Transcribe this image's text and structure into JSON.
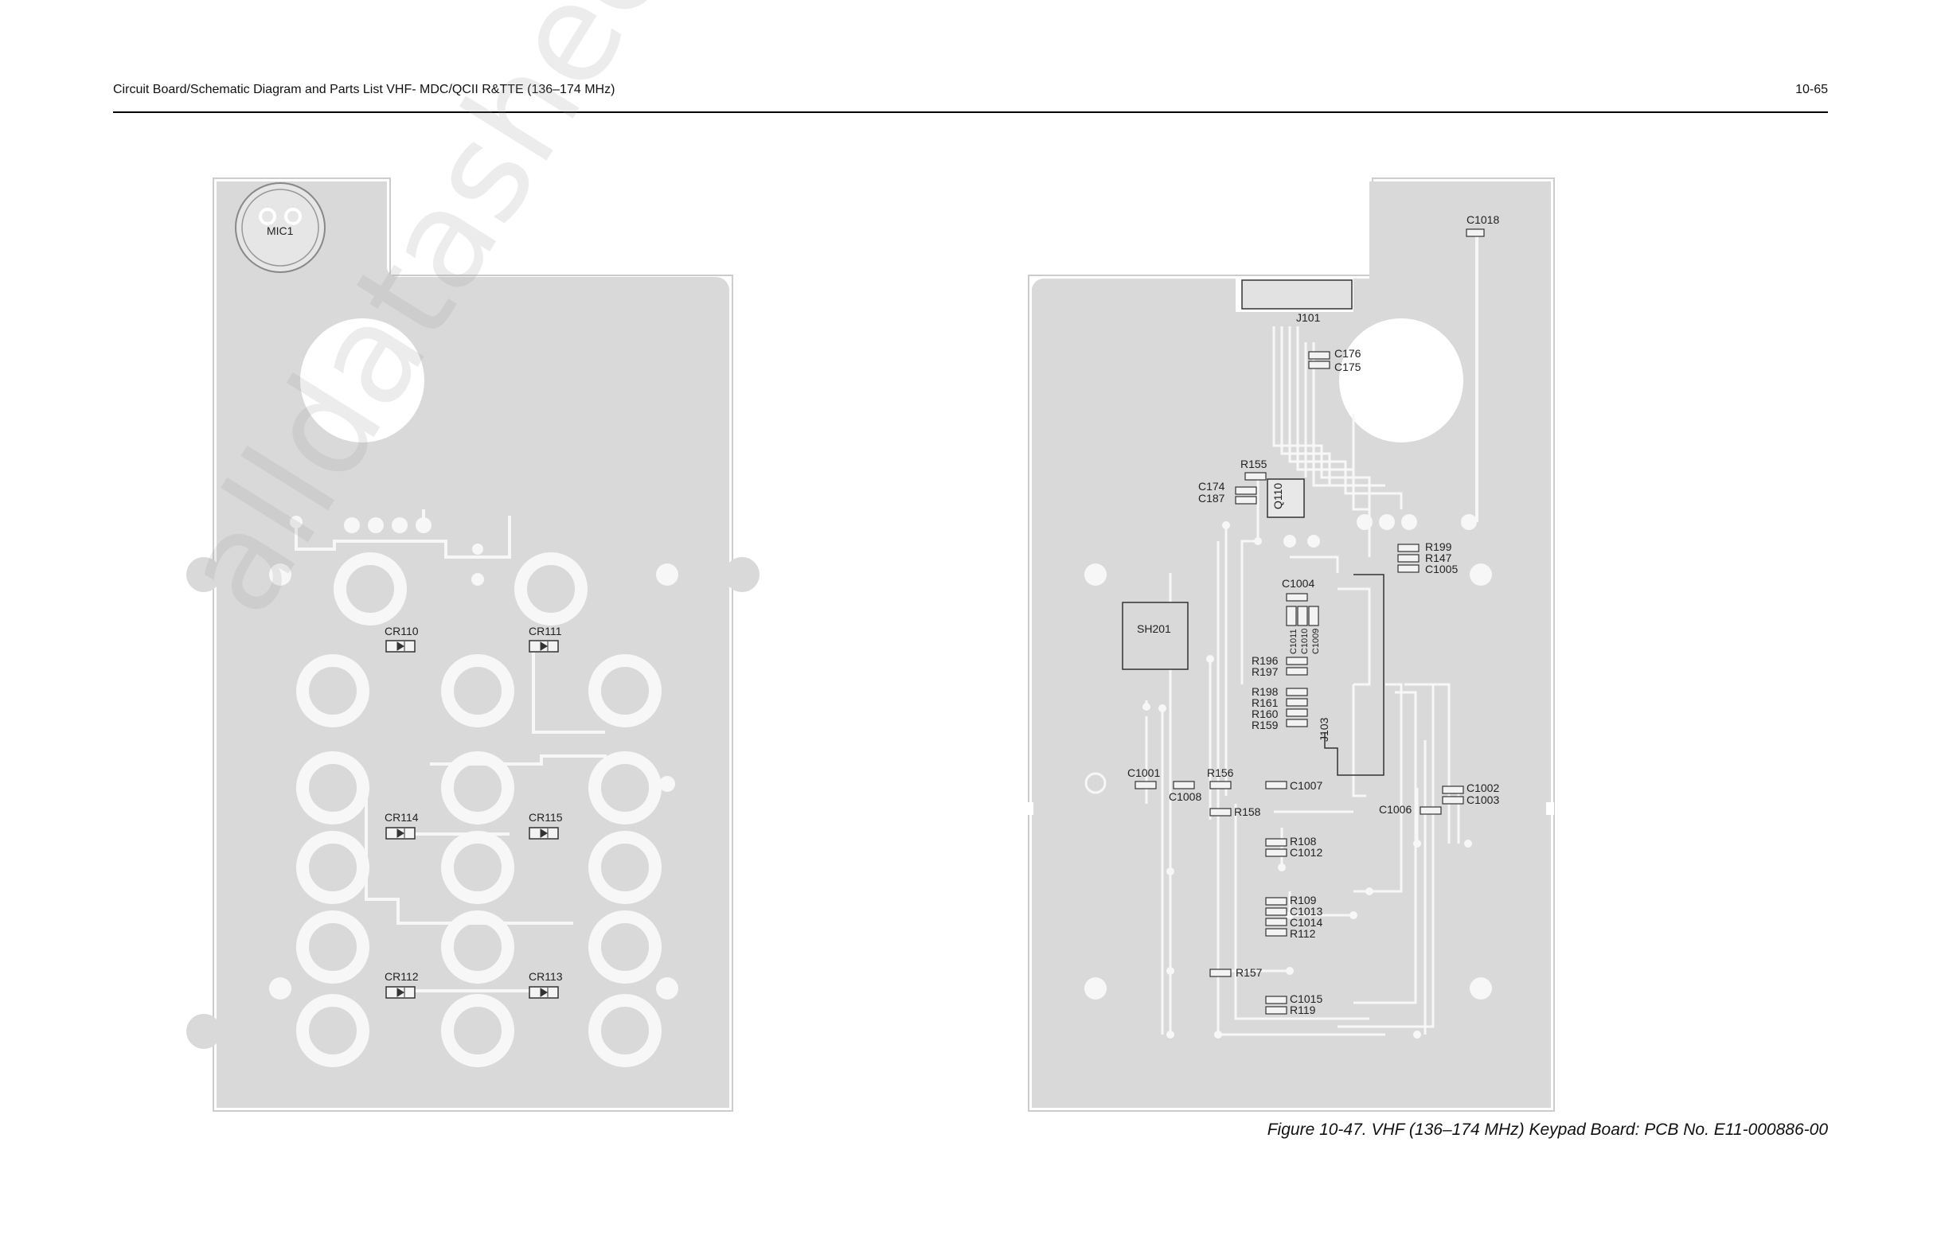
{
  "header": {
    "title": "Circuit Board/Schematic Diagram and Parts List VHF- MDC/QCII R&TTE (136–174 MHz)",
    "page_number": "10-65"
  },
  "caption": "Figure 10-47. VHF (136–174 MHz) Keypad Board: PCB No. E11-000886-00",
  "watermark": "alldatasheets.com",
  "left_board": {
    "labels": {
      "mic": "MIC1",
      "cr110": "CR110",
      "cr111": "CR111",
      "cr114": "CR114",
      "cr115": "CR115",
      "cr112": "CR112",
      "cr113": "CR113"
    }
  },
  "right_board": {
    "labels": {
      "c1018": "C1018",
      "j101": "J101",
      "c176": "C176",
      "c175": "C175",
      "r155": "R155",
      "c174": "C174",
      "c187": "C187",
      "q110": "Q110",
      "r199": "R199",
      "r147": "R147",
      "c1005": "C1005",
      "c1004": "C1004",
      "sh201": "SH201",
      "c1011": "C1011",
      "c1010": "C1010",
      "c1009": "C1009",
      "r196": "R196",
      "r197": "R197",
      "r198": "R198",
      "r161": "R161",
      "r160": "R160",
      "r159": "R159",
      "j103": "J103",
      "c1001": "C1001",
      "r156": "R156",
      "c1008": "C1008",
      "c1007": "C1007",
      "c1002": "C1002",
      "c1003": "C1003",
      "c1006": "C1006",
      "r158": "R158",
      "r108": "R108",
      "c1012": "C1012",
      "r109": "R109",
      "c1013": "C1013",
      "c1014": "C1014",
      "r112": "R112",
      "r157": "R157",
      "c1015": "C1015",
      "r119": "R119"
    }
  }
}
